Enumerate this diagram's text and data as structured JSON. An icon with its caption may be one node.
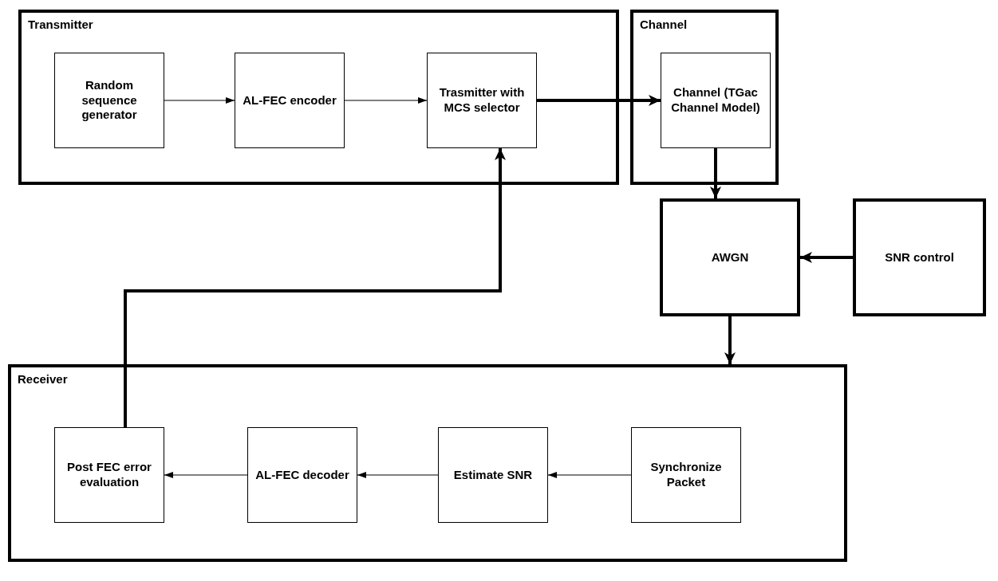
{
  "diagram": {
    "nodes": [
      {
        "text": [
          "Transmitter"
        ]
      },
      {
        "text": [
          "Random sequence generator"
        ],
        "in": 0
      },
      {
        "text": [
          "AL-FEC encoder"
        ],
        "in": 0
      },
      {
        "text": [
          "Trasmitter with MCS selector"
        ],
        "in": 0
      },
      {
        "text": [
          "Channel"
        ]
      },
      {
        "text": [
          "Channel (TGac Channel Model)"
        ],
        "in": 4
      },
      {
        "text": [
          "AWGN"
        ]
      },
      {
        "text": [
          "SNR control"
        ]
      },
      {
        "text": [
          "Receiver"
        ]
      },
      {
        "text": [
          "Post FEC error evaluation"
        ],
        "in": 8
      },
      {
        "text": [
          "AL-FEC decoder"
        ],
        "in": 8
      },
      {
        "text": [
          "Estimate SNR"
        ],
        "in": 8
      },
      {
        "text": [
          "Synchronize Packet"
        ],
        "in": 8
      }
    ],
    "edges": [
      {
        "from": 1,
        "to": 2,
        "arrow": "to"
      },
      {
        "from": 2,
        "to": 3,
        "arrow": "to"
      },
      {
        "from": 3,
        "to": 5,
        "arrow": "to",
        "style": "thick"
      },
      {
        "from": 5,
        "to": 6,
        "arrow": "to",
        "style": "thick"
      },
      {
        "from": 7,
        "to": 6,
        "arrow": "to",
        "style": "thick"
      },
      {
        "from": 6,
        "to": 8,
        "arrow": "to",
        "style": "thick"
      },
      {
        "from": 12,
        "to": 11,
        "arrow": "to"
      },
      {
        "from": 11,
        "to": 10,
        "arrow": "to"
      },
      {
        "from": 10,
        "to": 9,
        "arrow": "to"
      },
      {
        "from": 9,
        "to": 3,
        "arrow": "to",
        "style": "thick"
      }
    ]
  }
}
